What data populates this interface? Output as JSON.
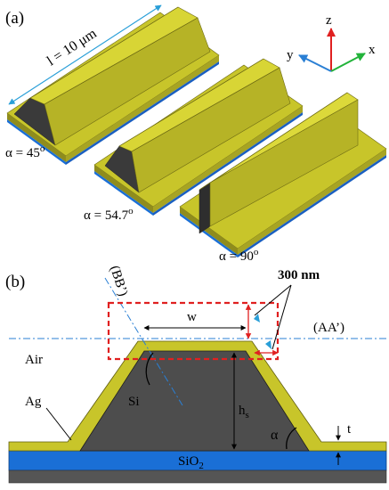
{
  "panel_a": {
    "label": "(a)",
    "length_label": "l = 10 μm",
    "angles": [
      {
        "prefix": "α = 45",
        "sup": "o"
      },
      {
        "prefix": "α = 54.7",
        "sup": "o"
      },
      {
        "prefix": "α = 90",
        "sup": "o"
      }
    ],
    "axes": {
      "z": "z",
      "y": "y",
      "x": "x"
    }
  },
  "panel_b": {
    "label": "(b)",
    "bb_label": "(BB’)",
    "aa_label": "(AA’)",
    "thickness_label": "300 nm",
    "w_label": "w",
    "air_label": "Air",
    "ag_label": "Ag",
    "si_label": "Si",
    "hs_main": "h",
    "hs_sub": "s",
    "alpha_label": "α",
    "t_label": "t",
    "sio2_main": "SiO",
    "sio2_sub": "2"
  },
  "colors": {
    "gold": "#c8c52a",
    "gold_dark": "#8f8c1d",
    "silicon": "#4d4d4d",
    "oxide": "#1a6fd6",
    "substrate": "#555555",
    "highlight": "#e02020",
    "axis_blue": "#2a7fd4"
  }
}
